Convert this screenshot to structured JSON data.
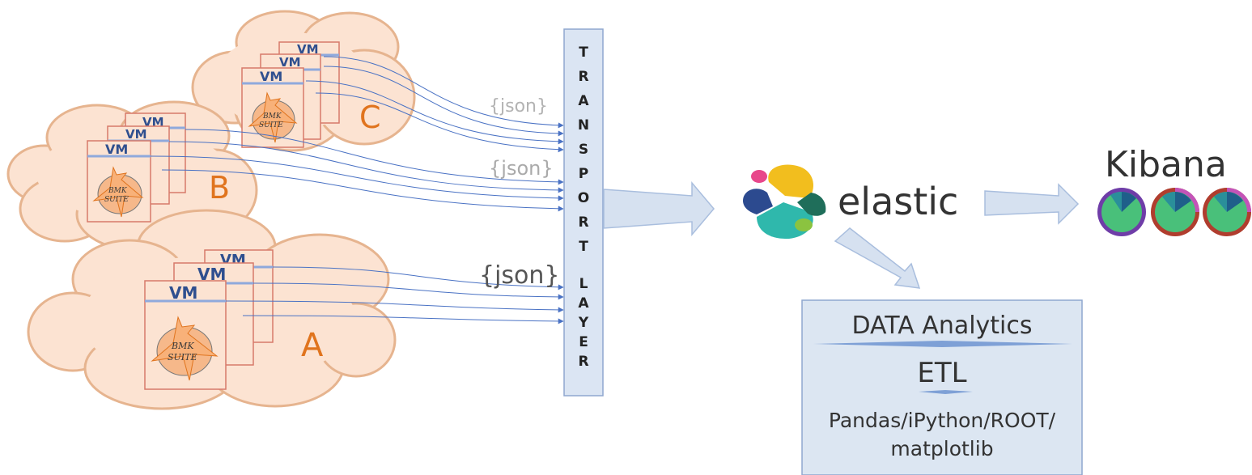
{
  "clouds": [
    {
      "id": "A",
      "label": "A",
      "vm_label": "VM",
      "suite_label_1": "BMK",
      "suite_label_2": "SUITE",
      "json_label": "{json}"
    },
    {
      "id": "B",
      "label": "B",
      "vm_label": "VM",
      "suite_label_1": "BMK",
      "suite_label_2": "SUITE",
      "json_label": "{json}"
    },
    {
      "id": "C",
      "label": "C",
      "vm_label": "VM",
      "suite_label_1": "BMK",
      "suite_label_2": "SUITE",
      "json_label": "{json}"
    }
  ],
  "transport": {
    "word1": [
      "T",
      "R",
      "A",
      "N",
      "S",
      "P",
      "O",
      "R",
      "T"
    ],
    "word2": [
      "L",
      "A",
      "Y",
      "E",
      "R"
    ]
  },
  "elastic": {
    "label": "elastic"
  },
  "kibana": {
    "label": "Kibana"
  },
  "analytics": {
    "title": "DATA Analytics",
    "subtitle": "ETL",
    "tools_line1": "Pandas/iPython/ROOT/",
    "tools_line2": "matplotlib"
  },
  "colors": {
    "cloud_fill": "#fce3d2",
    "cloud_stroke": "#e6b48f",
    "vm_fill": "#fce3d2",
    "vm_stroke": "#d77a6a",
    "vm_bar": "#8fa9dc",
    "arrow_line": "#4a72c4",
    "block_arrow": "#d6e1f0",
    "block_arrow_stroke": "#a9bede",
    "transport_fill": "#dbe5f3",
    "transport_stroke": "#8fa7cf",
    "label_orange": "#e0741e",
    "json_gray": "#b3b3b3",
    "json_dark": "#555555",
    "analytics_fill": "#dce6f2"
  },
  "icons": [
    "cloud-icon",
    "vm-window-icon",
    "bmk-suite-star-icon",
    "elastic-logo-icon",
    "kibana-pie-icon",
    "block-arrow-icon"
  ]
}
